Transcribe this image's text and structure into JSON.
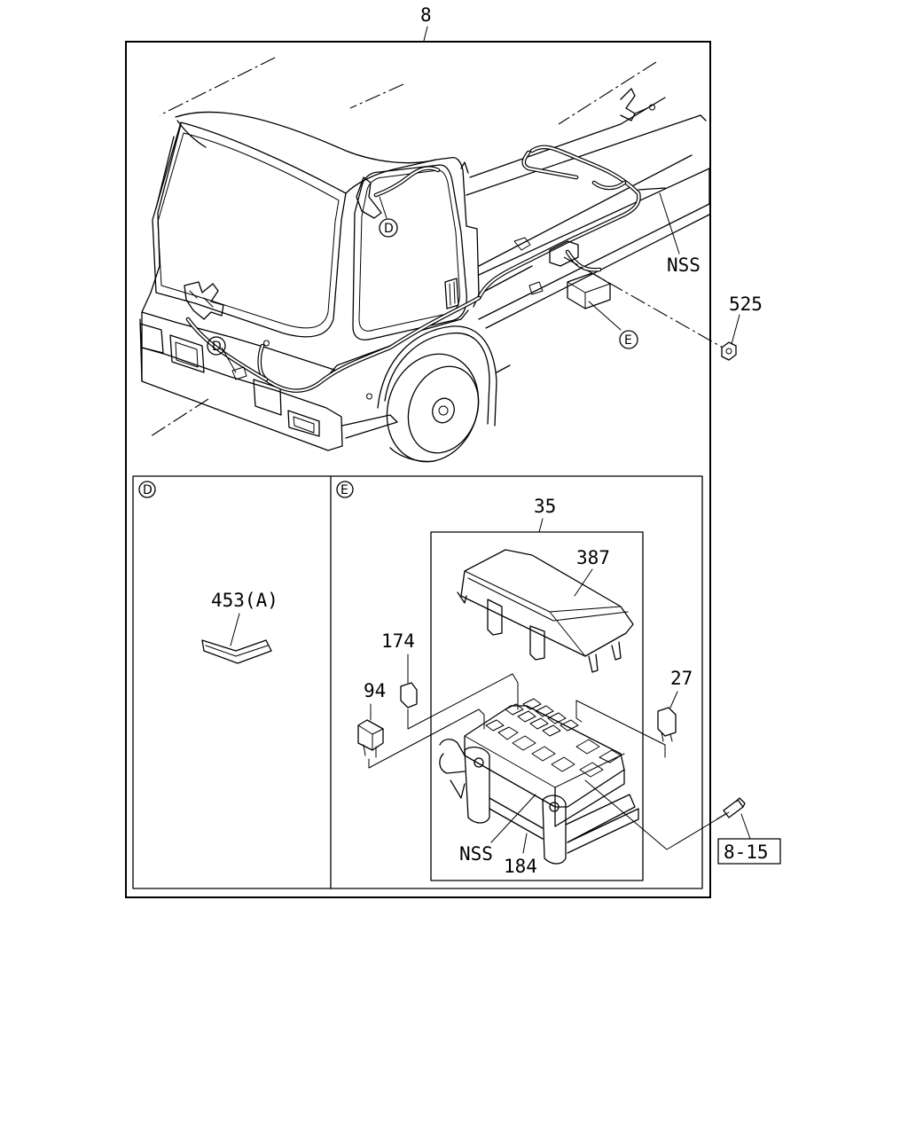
{
  "diagram": {
    "top_ref": "8",
    "labels": {
      "nss_top": "NSS",
      "part_525": "525",
      "detail_d_marker_1": "D",
      "detail_d_marker_2": "D",
      "detail_e_marker": "E"
    },
    "panel_d": {
      "marker": "D",
      "part": "453(A)"
    },
    "panel_e": {
      "marker": "E",
      "part_35": "35",
      "part_387": "387",
      "part_174": "174",
      "part_94": "94",
      "part_27": "27",
      "nss": "NSS",
      "part_184": "184",
      "ref_box": "8-15"
    }
  }
}
